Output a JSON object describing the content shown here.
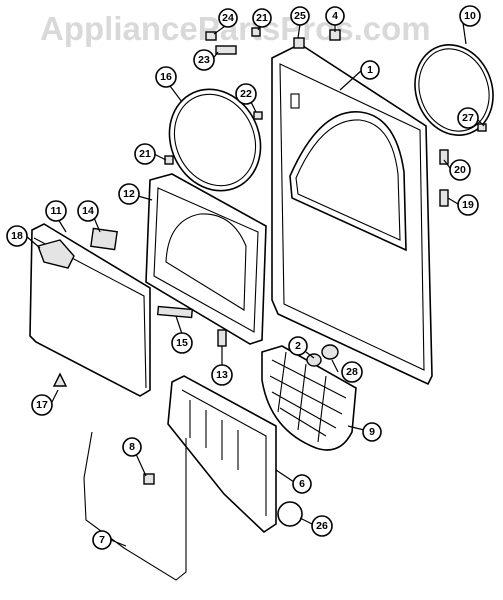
{
  "watermark": {
    "text": "AppliancePartsPros.com"
  },
  "callouts": [
    {
      "label": "1"
    },
    {
      "label": "2"
    },
    {
      "label": "4"
    },
    {
      "label": "6"
    },
    {
      "label": "7"
    },
    {
      "label": "8"
    },
    {
      "label": "9"
    },
    {
      "label": "10"
    },
    {
      "label": "11"
    },
    {
      "label": "12"
    },
    {
      "label": "13"
    },
    {
      "label": "14"
    },
    {
      "label": "15"
    },
    {
      "label": "16"
    },
    {
      "label": "17"
    },
    {
      "label": "18"
    },
    {
      "label": "19"
    },
    {
      "label": "20"
    },
    {
      "label": "21"
    },
    {
      "label": "21"
    },
    {
      "label": "22"
    },
    {
      "label": "23"
    },
    {
      "label": "24"
    },
    {
      "label": "25"
    },
    {
      "label": "26"
    },
    {
      "label": "27"
    },
    {
      "label": "28"
    }
  ]
}
